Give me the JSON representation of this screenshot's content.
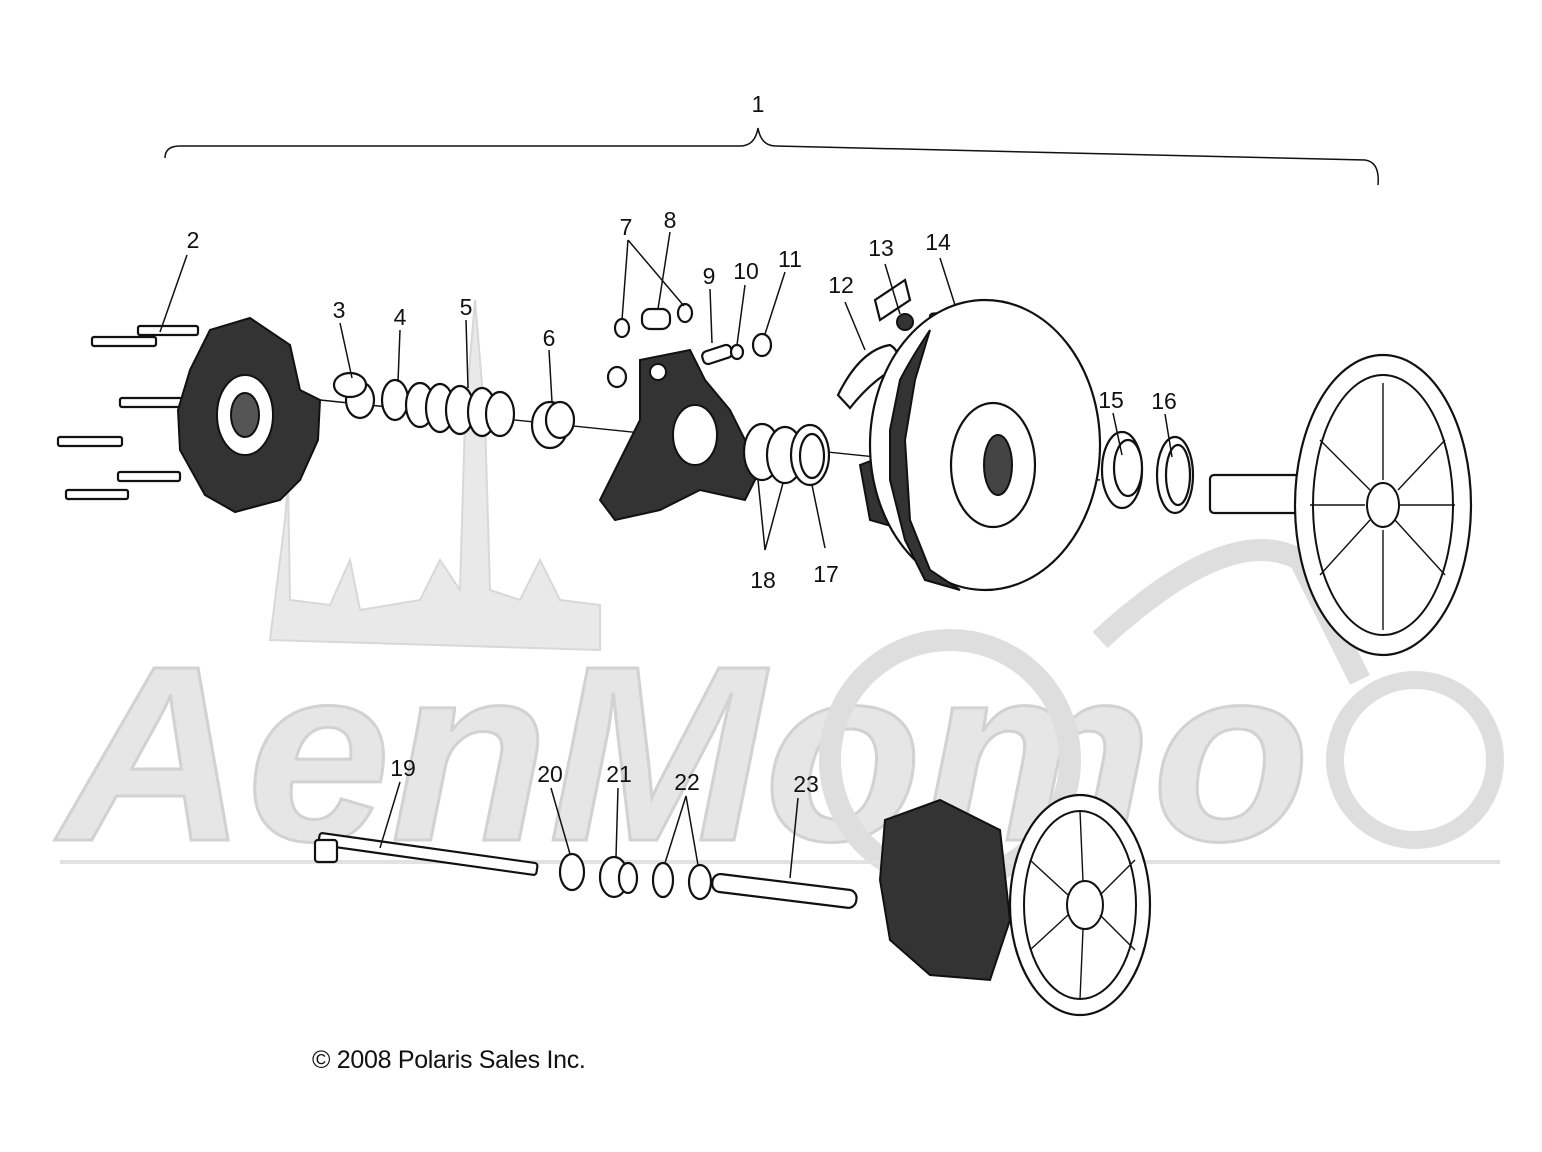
{
  "diagram": {
    "callouts": [
      "1",
      "2",
      "3",
      "4",
      "5",
      "6",
      "7",
      "8",
      "9",
      "10",
      "11",
      "12",
      "13",
      "14",
      "15",
      "16",
      "17",
      "18",
      "19",
      "20",
      "21",
      "22",
      "23"
    ],
    "copyright": "© 2008 Polaris Sales Inc.",
    "watermark_logo": "AenMomo"
  }
}
